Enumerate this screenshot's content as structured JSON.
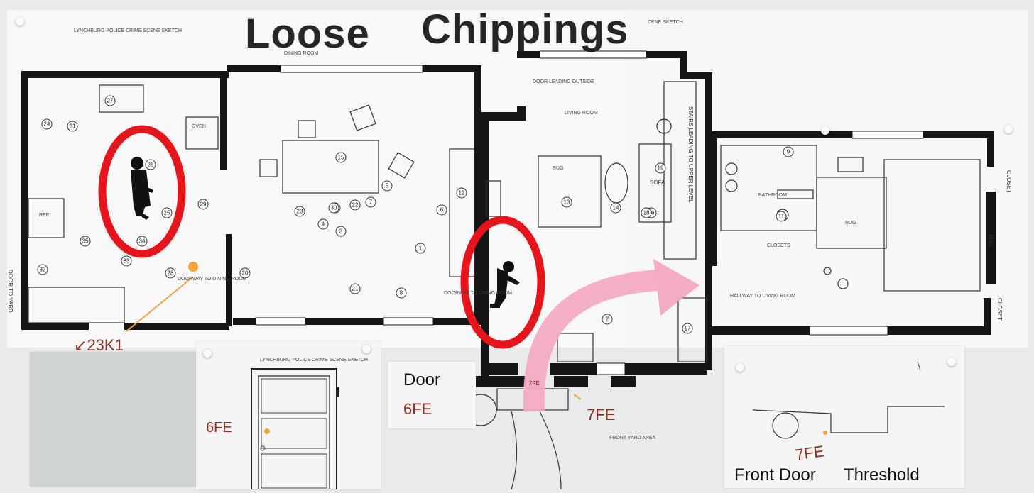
{
  "title": {
    "word1": "Loose",
    "word2": "Chippings"
  },
  "sketch_headers": {
    "left": "LYNCHBURG POLICE CRIME SCENE SKETCH",
    "right": "CENE SKETCH",
    "card": "LYNCHBURG POLICE CRIME SCENE SKETCH"
  },
  "rooms": {
    "dining": "DINING ROOM",
    "living": "LIVING ROOM",
    "oven": "OVEN",
    "ref": "REF.",
    "rug_living": "RUG",
    "sofa": "SOFA",
    "stairs": "STAIRS LEADING TO UPPER LEVEL",
    "bathroom": "BATHROOM",
    "closets": "CLOSETS",
    "rug_bed1": "RUG",
    "rug_bed2": "RUG",
    "closet_right1": "CLOSET",
    "closet_right2": "CLOSET",
    "front_yard": "FRONT YARD AREA",
    "hallway": "HALLWAY TO LIVING ROOM",
    "door_yard": "DOOR TO YARD",
    "doorway_dining": "DOORWAY TO DINING ROOM",
    "doorway_living": "DOORWAY TO LIVING ROOM",
    "side_note": "DOOR LEADING OUTSIDE"
  },
  "annotations": {
    "k1": "23K1",
    "door_label": "Door",
    "fe6_a": "6FE",
    "fe6_b": "6FE",
    "fe7_a": "7FE",
    "fe7_b": "7FE",
    "front_door": "Front Door",
    "threshold": "Threshold",
    "marker_7fe": "7FE"
  },
  "colors": {
    "highlight_ring": "#e8131b",
    "arrow": "#f4a9c3",
    "evidence_note": "#9a2b23",
    "pointer": "#f0a44a"
  },
  "markers": [
    "1",
    "2",
    "3",
    "4",
    "5",
    "6",
    "7",
    "8",
    "9",
    "10",
    "11",
    "12",
    "13",
    "14",
    "15",
    "16",
    "17",
    "18",
    "19",
    "20",
    "21",
    "22",
    "23",
    "24",
    "25",
    "26",
    "27",
    "28",
    "29",
    "30",
    "31",
    "32",
    "33",
    "34",
    "35"
  ]
}
